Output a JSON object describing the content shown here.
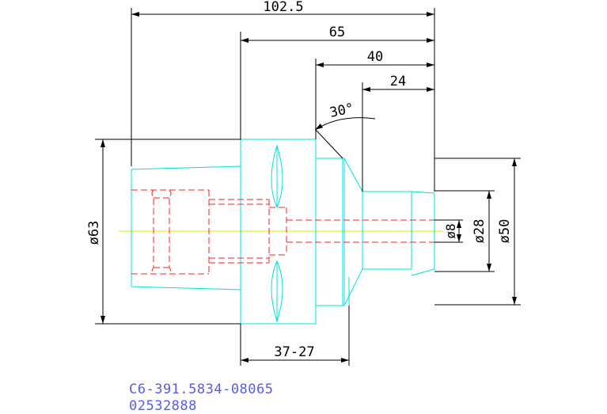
{
  "dimensions": {
    "total_length": "102.5",
    "length_65": "65",
    "length_40": "40",
    "length_24": "24",
    "angle": "30°",
    "dia_63": "ø63",
    "dia_8": "ø8",
    "dia_28": "ø28",
    "dia_50": "ø50",
    "width_range": "37-27"
  },
  "part": {
    "code": "C6-391.5834-08065",
    "number": "02532888"
  },
  "colors": {
    "outline": "#00e0e0",
    "hidden": "#ff2020",
    "centerline": "#e8e800",
    "dimension": "#000000",
    "text": "#5a5af0"
  }
}
